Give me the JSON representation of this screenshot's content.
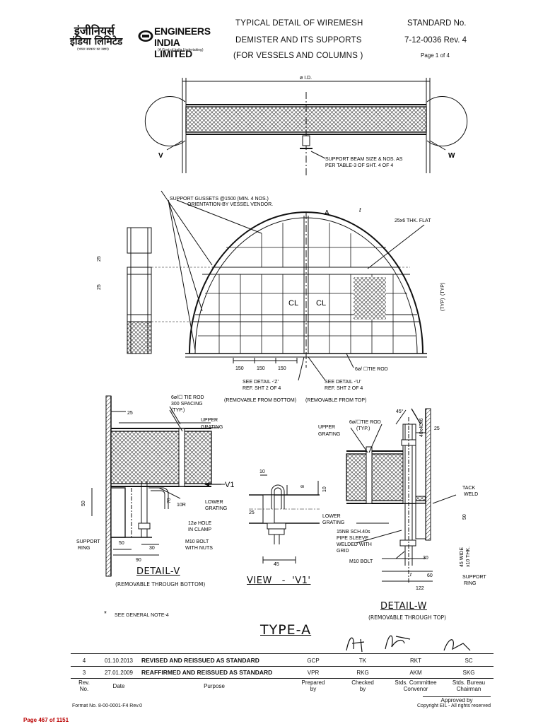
{
  "header": {
    "logo_hindi_line1": "इंजीनियर्स",
    "logo_hindi_line2": "इंडिया लिमिटेड",
    "logo_hindi_sub": "(भारत सरकार का उद्यम)",
    "logo_en_line1": "ENGINEERS",
    "logo_en_line2": "INDIA LIMITED",
    "logo_en_sub": "(A Govt of India Undertaking)",
    "title_line1": "TYPICAL DETAIL OF WIREMESH",
    "title_line2": "DEMISTER AND ITS SUPPORTS",
    "title_line3": "(FOR VESSELS AND COLUMNS )",
    "std_label": "STANDARD No.",
    "std_number": "7-12-0036  Rev. 4",
    "page_of": "Page 1 of 4"
  },
  "drawing": {
    "top_view": {
      "dim_id": "ø I.D.",
      "label_v": "V",
      "label_w": "W",
      "beam_note_1": "SUPPORT BEAM SIZE & NOS. AS",
      "beam_note_2": "PER TABLE-3 OF SHT. 4 OF 4"
    },
    "plan": {
      "gusset_note_1": "SUPPORT GUSSETS @1500 (MIN. 4 NOS.)",
      "gusset_note_2": "ORIENTATION-BY VESSEL VENDOR.",
      "label_a": "A",
      "label_t": "t",
      "flat_note": "25x6 THK. FLAT",
      "dim_25a": "25",
      "dim_25b": "25",
      "label_typ_left": "(TYP)",
      "label_typ_right": "(TYP)",
      "label_cl_left": "CL",
      "label_cl_right": "CL",
      "dim_150a": "150",
      "dim_150b": "150",
      "dim_150c": "150",
      "tie_rod_right": "6ø/ ☐TIE ROD",
      "detail_z_1": "SEE DETAIL -'Z'",
      "detail_z_2": "REF. SHT 2 OF 4",
      "detail_u_1": "SEE DETAIL -'U'",
      "detail_u_2": "REF. SHT 2 OF 4",
      "removable_bottom": "(REMOVABLE FROM BOTTOM)",
      "removable_top": "(REMOVABLE FROM TOP)",
      "tie_rod_left_1": "6ø/☐ TIE ROD",
      "tie_rod_left_2": "300 SPACING",
      "tie_rod_left_3": "(TYP.)"
    },
    "detail_v": {
      "dim_25": "25",
      "upper_grating_1": "UPPER",
      "upper_grating_2": "GRATING",
      "label_v1": "V1",
      "dim_50": "50",
      "dim_70": "70",
      "dim_10r": "10R",
      "lower_grating_1": "LOWER",
      "lower_grating_2": "GRATING",
      "hole_1": "12ø HOLE",
      "hole_2": "IN CLAMP",
      "bolt_1": "M10 BOLT",
      "bolt_2": "WITH NUTS",
      "support_ring_1": "SUPPORT",
      "support_ring_2": "RING",
      "dim_50b": "50",
      "dim_30": "30",
      "dim_90": "90",
      "title": "DETAIL-V",
      "subtitle": "(REMOVABLE THROUGH BOTTOM)"
    },
    "view_v1": {
      "dim_10": "10",
      "dim_8": "8",
      "dim_10b": "10",
      "dim_25": "25",
      "dim_45": "45",
      "title": "VIEW   -  'V1'"
    },
    "detail_w": {
      "tie_rod_1": "6ø/☐TIE ROD",
      "tie_rod_2": "(TYP.)",
      "dim_45deg": "45°",
      "angle_size": "40x40x6",
      "dim_25": "25",
      "upper_grating_1": "UPPER",
      "upper_grating_2": "GRATING",
      "tack_weld_1": "TACK",
      "tack_weld_2": "WELD",
      "dim_50": "50",
      "lower_grating_1": "LOWER",
      "lower_grating_2": "GRATING",
      "sleeve_1": "15NB SCH.40s",
      "sleeve_2": "PIPE SLEEVE",
      "sleeve_3": "WELDED WITH",
      "sleeve_4": "GRID",
      "bolt": "M10 BOLT",
      "dim_30": "30",
      "ring_size_1": "45 WIDE",
      "ring_size_2": "x10 THK.",
      "dim_t": "t",
      "dim_60": "60",
      "dim_122": "122",
      "support_ring_1": "SUPPORT",
      "support_ring_2": "RING",
      "title": "DETAIL-W",
      "subtitle": "(REMOVABLE THROUGH TOP)"
    },
    "general_note": "SEE GENERAL NOTE-4",
    "star": "*",
    "type_title": "TYPE-A"
  },
  "revisions": [
    {
      "rev": "4",
      "date": "01.10.2013",
      "purpose": "REVISED AND REISSUED AS STANDARD",
      "prepared": "GCP",
      "checked": "TK",
      "convenor": "RKT",
      "chairman": "SC"
    },
    {
      "rev": "3",
      "date": "27.01.2009",
      "purpose": "REAFFIRMED AND REISSUED AS STANDARD",
      "prepared": "VPR",
      "checked": "RKG",
      "convenor": "AKM",
      "chairman": "SKG"
    }
  ],
  "rev_header": {
    "rev_1": "Rev.",
    "rev_2": "No.",
    "date": "Date",
    "purpose": "Purpose",
    "prepared_1": "Prepared",
    "prepared_2": "by",
    "checked_1": "Checked",
    "checked_2": "by",
    "convenor_1": "Stds. Committee",
    "convenor_2": "Convenor",
    "chairman_1": "Stds. Bureau",
    "chairman_2": "Chairman",
    "approved": "Approved by"
  },
  "footer": {
    "format_no": "Format No. 8-00-0001-F4 Rev.0",
    "copyright": "Copyright EIL - All rights reserved",
    "page_counter": "Page 467 of 1151"
  }
}
